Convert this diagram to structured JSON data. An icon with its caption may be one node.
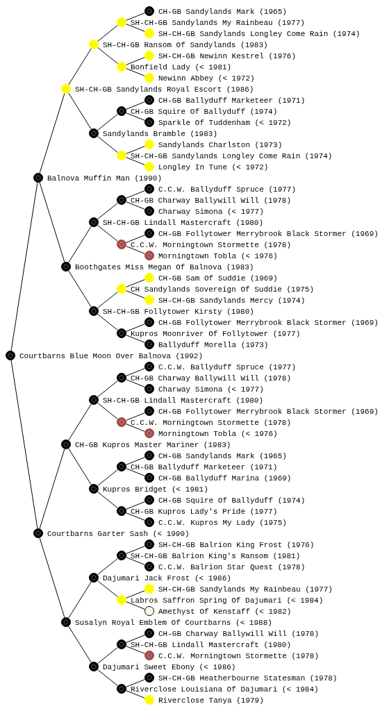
{
  "diagram": {
    "nodes": [
      {
        "text": [
          "CH-GB Sandylands Mark (1965)"
        ]
      },
      {
        "text": [
          "SH-CH-GB Sandylands My Rainbeau (1977)"
        ]
      },
      {
        "text": [
          "SH-CH-GB Sandylands Longley Come Rain (1974)"
        ]
      },
      {
        "text": [
          "SH-CH-GB Ransom Of Sandylands (1983)"
        ]
      },
      {
        "text": [
          "SH-CH-GB Newinn Kestrel (1976)"
        ]
      },
      {
        "text": [
          "Bonfield Lady (< 1981)"
        ]
      },
      {
        "text": [
          "Newinn Abbey (< 1972)"
        ]
      },
      {
        "text": [
          "SH-CH-GB Sandylands Royal Escort (1986)"
        ]
      },
      {
        "text": [
          "CH-GB Ballyduff Marketeer (1971)"
        ]
      },
      {
        "text": [
          "CH-GB Squire Of Ballyduff (1974)"
        ]
      },
      {
        "text": [
          "Sparkle Of Tuddenham (< 1972)"
        ]
      },
      {
        "text": [
          "Sandylands Bramble (1983)"
        ]
      },
      {
        "text": [
          "Sandylands Charlston (1973)"
        ]
      },
      {
        "text": [
          "SH-CH-GB Sandylands Longley Come Rain (1974)"
        ]
      },
      {
        "text": [
          "Longley In Tune (< 1972)"
        ]
      },
      {
        "text": [
          "Balnova Muffin Man (1990)"
        ]
      },
      {
        "text": [
          "C.C.W. Ballyduff Spruce (1977)"
        ]
      },
      {
        "text": [
          "CH-GB Charway Ballywill Will (1978)"
        ]
      },
      {
        "text": [
          "Charway Simona (< 1977)"
        ]
      },
      {
        "text": [
          "SH-CH-GB Lindall Mastercraft (1980)"
        ]
      },
      {
        "text": [
          "CH-GB Follytower Merrybrook Black Stormer (1969)"
        ]
      },
      {
        "text": [
          "C.C.W. Morningtown Stormette (1978)"
        ]
      },
      {
        "text": [
          "Morningtown Tobla (< 1976)"
        ]
      },
      {
        "text": [
          "Boothgates Miss Megan Of Balnova (1983)"
        ]
      },
      {
        "text": [
          "CH-GB Sam Of Suddie (1969)"
        ]
      },
      {
        "text": [
          "CH Sandylands Sovereign Of Suddie (1975)"
        ]
      },
      {
        "text": [
          "SH-CH-GB Sandylands Mercy (1974)"
        ]
      },
      {
        "text": [
          "SH-CH-GB Follytower Kirsty (1980)"
        ]
      },
      {
        "text": [
          "CH-GB Follytower Merrybrook Black Stormer (1969)"
        ]
      },
      {
        "text": [
          "Kupros Moonriver Of Follytower (1977)"
        ]
      },
      {
        "text": [
          "Ballyduff Morella (1973)"
        ]
      },
      {
        "text": [
          "Courtbarns Blue Moon Over Balnova (1992)"
        ]
      },
      {
        "text": [
          "C.C.W. Ballyduff Spruce (1977)"
        ]
      },
      {
        "text": [
          "CH-GB Charway Ballywill Will (1978)"
        ]
      },
      {
        "text": [
          "Charway Simona (< 1977)"
        ]
      },
      {
        "text": [
          "SH-CH-GB Lindall Mastercraft (1980)"
        ]
      },
      {
        "text": [
          "CH-GB Follytower Merrybrook Black Stormer (1969)"
        ]
      },
      {
        "text": [
          "C.C.W. Morningtown Stormette (1978)"
        ]
      },
      {
        "text": [
          "Morningtown Tobla (< 1976)"
        ]
      },
      {
        "text": [
          "CH-GB Kupros Master Mariner (1983)"
        ]
      },
      {
        "text": [
          "CH-GB Sandylands Mark (1965)"
        ]
      },
      {
        "text": [
          "CH-GB Ballyduff Marketeer (1971)"
        ]
      },
      {
        "text": [
          "CH-GB Ballyduff Marina (1969)"
        ]
      },
      {
        "text": [
          "Kupros Bridget (< 1981)"
        ]
      },
      {
        "text": [
          "CH-GB Squire Of Ballyduff (1974)"
        ]
      },
      {
        "text": [
          "CH-GB Kupros Lady's Pride (1977)"
        ]
      },
      {
        "text": [
          "C.C.W. Kupros My Lady (1975)"
        ]
      },
      {
        "text": [
          "Courtbarns Garter Sash (< 1990)"
        ]
      },
      {
        "text": [
          "SH-CH-GB Balrion King Frost (1976)"
        ]
      },
      {
        "text": [
          "SH-CH-GB Balrion King's Ransom (1981)"
        ]
      },
      {
        "text": [
          "C.C.W. Balrion Star Quest (1978)"
        ]
      },
      {
        "text": [
          "Dajumari Jack Frost (< 1986)"
        ]
      },
      {
        "text": [
          "SH-CH-GB Sandylands My Rainbeau (1977)"
        ]
      },
      {
        "text": [
          "Labros Saffron Spring Of Dajumari (< 1984)"
        ]
      },
      {
        "text": [
          "Amethyst Of Kenstaff (< 1982)"
        ]
      },
      {
        "text": [
          "Susalyn Royal Emblem Of Courtbarns (< 1988)"
        ]
      },
      {
        "text": [
          "CH-GB Charway Ballywill Will (1978)"
        ]
      },
      {
        "text": [
          "SH-CH-GB Lindall Mastercraft (1980)"
        ]
      },
      {
        "text": [
          "C.C.W. Morningtown Stormette (1978)"
        ]
      },
      {
        "text": [
          "Dajumari Sweet Ebony (< 1986)"
        ]
      },
      {
        "text": [
          "SH-CH-GB Heatherbourne Statesman (1978)"
        ]
      },
      {
        "text": [
          "Riverclose Louisiana Of Dajumari (< 1984)"
        ]
      },
      {
        "text": [
          "Riverclose Tanya (1979)"
        ]
      }
    ],
    "edges": [
      {
        "from": 31,
        "to": 15,
        "arrow": "none"
      },
      {
        "from": 31,
        "to": 47,
        "arrow": "none"
      },
      {
        "from": 15,
        "to": 7,
        "arrow": "none"
      },
      {
        "from": 15,
        "to": 23,
        "arrow": "none"
      },
      {
        "from": 47,
        "to": 39,
        "arrow": "none"
      },
      {
        "from": 47,
        "to": 55,
        "arrow": "none"
      },
      {
        "from": 7,
        "to": 3,
        "arrow": "none"
      },
      {
        "from": 7,
        "to": 11,
        "arrow": "none"
      },
      {
        "from": 23,
        "to": 19,
        "arrow": "none"
      },
      {
        "from": 23,
        "to": 27,
        "arrow": "none"
      },
      {
        "from": 39,
        "to": 35,
        "arrow": "none"
      },
      {
        "from": 39,
        "to": 43,
        "arrow": "none"
      },
      {
        "from": 55,
        "to": 51,
        "arrow": "none"
      },
      {
        "from": 55,
        "to": 59,
        "arrow": "none"
      },
      {
        "from": 3,
        "to": 1,
        "arrow": "none"
      },
      {
        "from": 3,
        "to": 5,
        "arrow": "none"
      },
      {
        "from": 11,
        "to": 9,
        "arrow": "none"
      },
      {
        "from": 11,
        "to": 13,
        "arrow": "none"
      },
      {
        "from": 19,
        "to": 17,
        "arrow": "none"
      },
      {
        "from": 19,
        "to": 21,
        "arrow": "none"
      },
      {
        "from": 27,
        "to": 25,
        "arrow": "none"
      },
      {
        "from": 27,
        "to": 29,
        "arrow": "none"
      },
      {
        "from": 35,
        "to": 33,
        "arrow": "none"
      },
      {
        "from": 35,
        "to": 37,
        "arrow": "none"
      },
      {
        "from": 43,
        "to": 41,
        "arrow": "none"
      },
      {
        "from": 43,
        "to": 45,
        "arrow": "none"
      },
      {
        "from": 51,
        "to": 49,
        "arrow": "none"
      },
      {
        "from": 51,
        "to": 53,
        "arrow": "none"
      },
      {
        "from": 59,
        "to": 57,
        "arrow": "none"
      },
      {
        "from": 59,
        "to": 61,
        "arrow": "none"
      },
      {
        "from": 1,
        "to": 0,
        "arrow": "none"
      },
      {
        "from": 1,
        "to": 2,
        "arrow": "none"
      },
      {
        "from": 5,
        "to": 4,
        "arrow": "none"
      },
      {
        "from": 5,
        "to": 6,
        "arrow": "none"
      },
      {
        "from": 9,
        "to": 8,
        "arrow": "none"
      },
      {
        "from": 9,
        "to": 10,
        "arrow": "none"
      },
      {
        "from": 13,
        "to": 12,
        "arrow": "none"
      },
      {
        "from": 13,
        "to": 14,
        "arrow": "none"
      },
      {
        "from": 17,
        "to": 16,
        "arrow": "none"
      },
      {
        "from": 17,
        "to": 18,
        "arrow": "none"
      },
      {
        "from": 21,
        "to": 20,
        "arrow": "none"
      },
      {
        "from": 21,
        "to": 22,
        "arrow": "none"
      },
      {
        "from": 25,
        "to": 24,
        "arrow": "none"
      },
      {
        "from": 25,
        "to": 26,
        "arrow": "none"
      },
      {
        "from": 29,
        "to": 28,
        "arrow": "none"
      },
      {
        "from": 29,
        "to": 30,
        "arrow": "none"
      },
      {
        "from": 33,
        "to": 32,
        "arrow": "none"
      },
      {
        "from": 33,
        "to": 34,
        "arrow": "none"
      },
      {
        "from": 37,
        "to": 36,
        "arrow": "none"
      },
      {
        "from": 37,
        "to": 38,
        "arrow": "none"
      },
      {
        "from": 41,
        "to": 40,
        "arrow": "none"
      },
      {
        "from": 41,
        "to": 42,
        "arrow": "none"
      },
      {
        "from": 45,
        "to": 44,
        "arrow": "none"
      },
      {
        "from": 45,
        "to": 46,
        "arrow": "none"
      },
      {
        "from": 49,
        "to": 48,
        "arrow": "none"
      },
      {
        "from": 49,
        "to": 50,
        "arrow": "none"
      },
      {
        "from": 53,
        "to": 52,
        "arrow": "none"
      },
      {
        "from": 53,
        "to": 54,
        "arrow": "none"
      },
      {
        "from": 57,
        "to": 56,
        "arrow": "none"
      },
      {
        "from": 57,
        "to": 58,
        "arrow": "none"
      },
      {
        "from": 61,
        "to": 60,
        "arrow": "none"
      },
      {
        "from": 61,
        "to": 62,
        "arrow": "none"
      }
    ]
  }
}
